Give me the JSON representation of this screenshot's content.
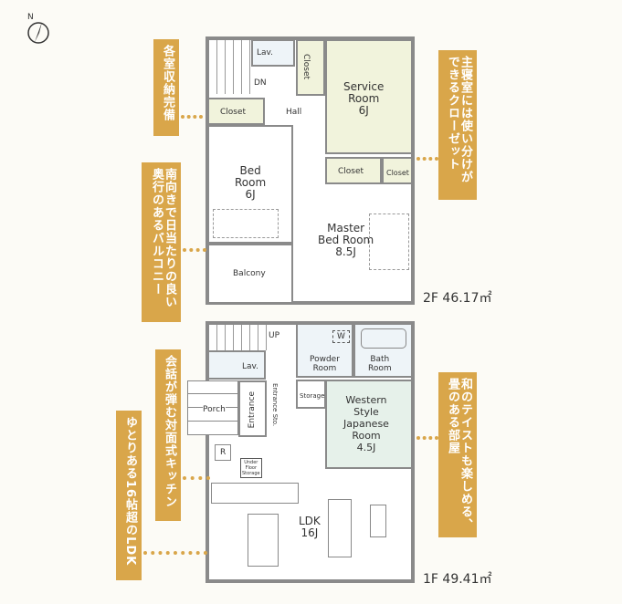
{
  "compass": {
    "label": "N"
  },
  "floor2": {
    "area": "2F 46.17㎡",
    "rooms": {
      "lav": "Lav.",
      "dn": "DN",
      "closet_v": "Closet",
      "service_room": "Service\nRoom\n6J",
      "closet_left": "Closet",
      "hall": "Hall",
      "bed_room": "Bed\nRoom\n6J",
      "balcony": "Balcony",
      "closet_m1": "Closet",
      "closet_m2": "Closet",
      "master": "Master\nBed Room\n8.5J"
    }
  },
  "floor1": {
    "area": "1F 49.41㎡",
    "rooms": {
      "up": "UP",
      "lav": "Lav.",
      "w": "W",
      "powder": "Powder\nRoom",
      "bath": "Bath\nRoom",
      "storage": "Storage",
      "japanese": "Western\nStyle\nJapanese\nRoom\n4.5J",
      "entrance_sto": "Entrance Sto.",
      "porch": "Porch",
      "entrance": "Entrance",
      "r": "R",
      "underfloor": "Under\nFloor\nStorage",
      "ldk": "LDK\n16J"
    }
  },
  "callouts": {
    "storage": "各室収納完備",
    "balcony": "南向きで日当たりの良い奥行のあるバルコニー",
    "kitchen": "会話が弾む対面式キッチン",
    "ldk": "ゆとりある16帖超のLDK",
    "closet": "主寝室には使い分けができるクローゼット",
    "tatami": "和のテイストも楽しめる、畳のある部屋"
  },
  "colors": {
    "accent": "#d9a64a",
    "service_room": "#f1f3dc",
    "japanese_room": "#e6f1ea"
  }
}
